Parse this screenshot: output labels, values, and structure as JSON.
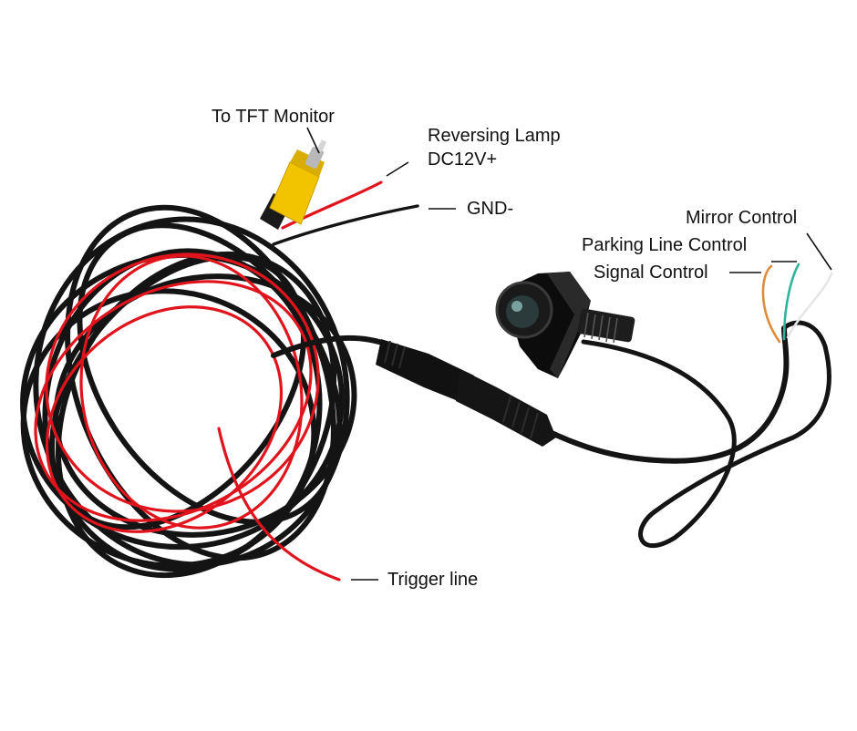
{
  "labels": {
    "tft_monitor": "To TFT Monitor",
    "reversing_lamp_line1": "Reversing Lamp",
    "reversing_lamp_line2": "DC12V+",
    "gnd": "GND-",
    "mirror_control": "Mirror Control",
    "parking_line_control": "Parking Line Control",
    "signal_control": "Signal Control",
    "trigger_line": "Trigger line"
  },
  "colors": {
    "cable_black": "#141414",
    "wire_red": "#e0141c",
    "rca_yellow": "#f2c400",
    "wire_orange": "#e08a3c",
    "wire_green": "#2fb39a",
    "wire_white": "#f4f4f4",
    "camera_body": "#0c0c0c"
  }
}
